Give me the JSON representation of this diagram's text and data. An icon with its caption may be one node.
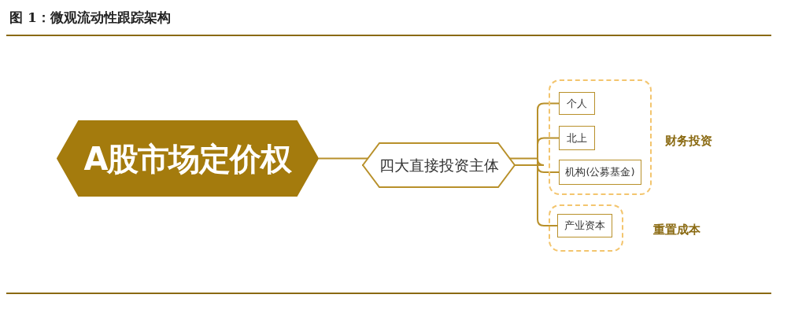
{
  "diagram": {
    "title": "图 1：微观流动性跟踪架构",
    "nodes": [
      {
        "text": [
          "A股市场定价权"
        ]
      },
      {
        "text": [
          "四大直接投资主体"
        ]
      },
      {
        "text": [
          "财务投资"
        ]
      },
      {
        "text": [
          "个人"
        ],
        "in": 2
      },
      {
        "text": [
          "北上"
        ],
        "in": 2
      },
      {
        "text": [
          "机构(公募基金)"
        ],
        "in": 2
      },
      {
        "text": [
          "重置成本"
        ]
      },
      {
        "text": [
          "产业资本"
        ],
        "in": 6
      }
    ],
    "edges": [
      {
        "from": 0,
        "to": 1,
        "arrow": "none"
      },
      {
        "from": 1,
        "to": 3,
        "arrow": "none"
      },
      {
        "from": 1,
        "to": 4,
        "arrow": "none"
      },
      {
        "from": 1,
        "to": 5,
        "arrow": "none"
      },
      {
        "from": 1,
        "to": 7,
        "arrow": "none"
      }
    ]
  }
}
